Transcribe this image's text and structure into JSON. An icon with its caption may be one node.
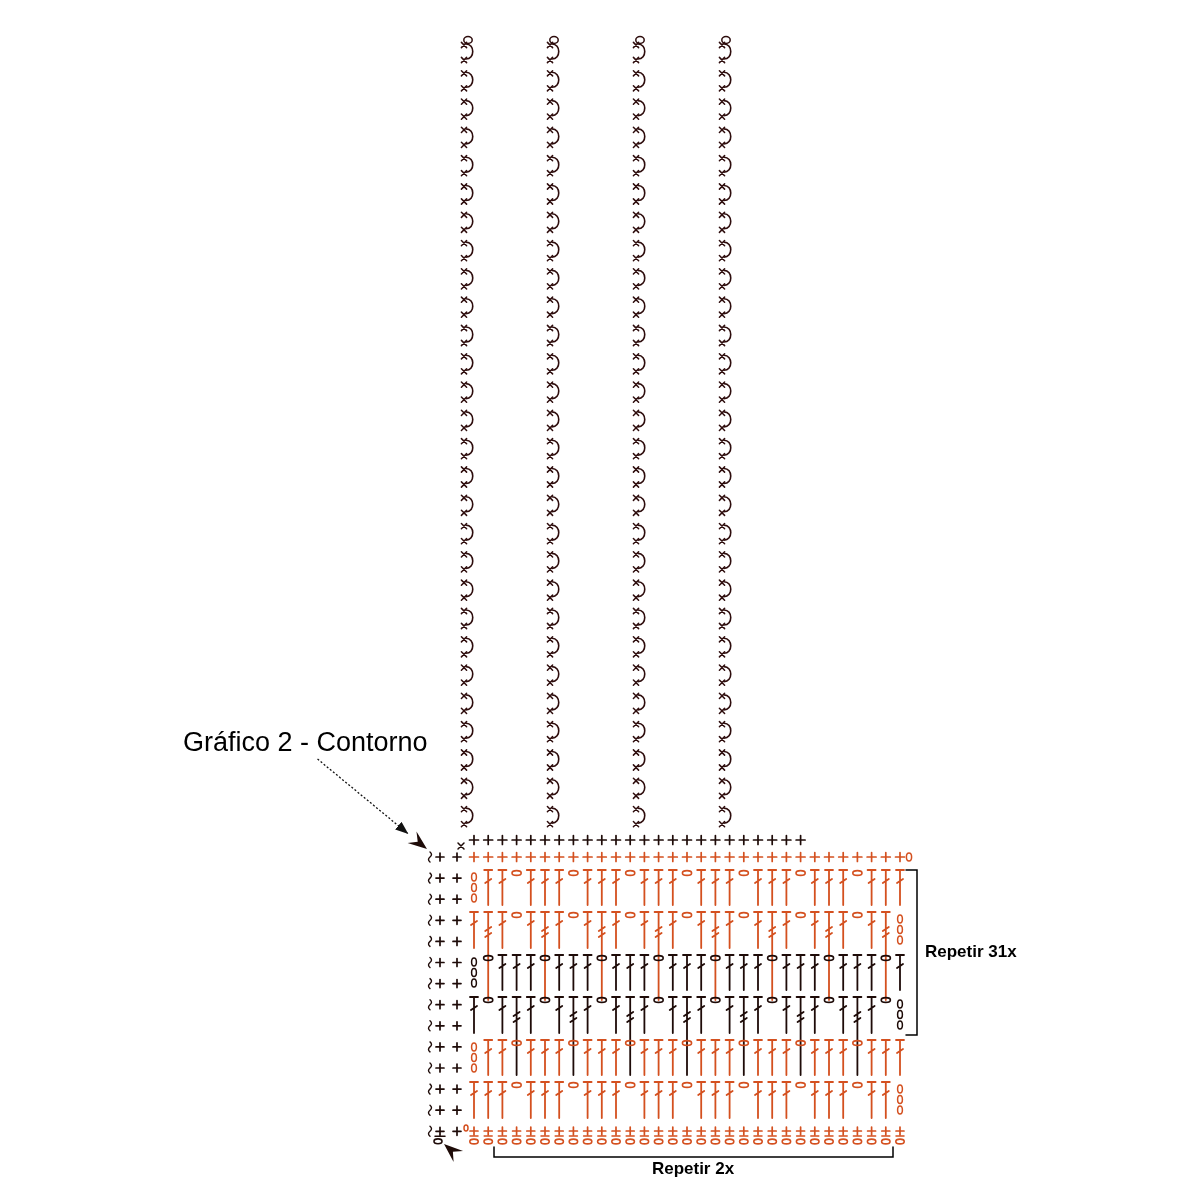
{
  "diagram": {
    "nodes": [
      {
        "text": [
          "Gráfico 2 - Contorno"
        ]
      },
      {
        "text": [],
        "shape": "chevron"
      },
      {
        "text": [],
        "shape": "chevron"
      }
    ],
    "edges": [
      {
        "from": 0,
        "to": 1,
        "arrow": "to",
        "style": "dashed"
      }
    ],
    "labels": [
      "Repetir 31x",
      "Repetir 2x"
    ]
  }
}
